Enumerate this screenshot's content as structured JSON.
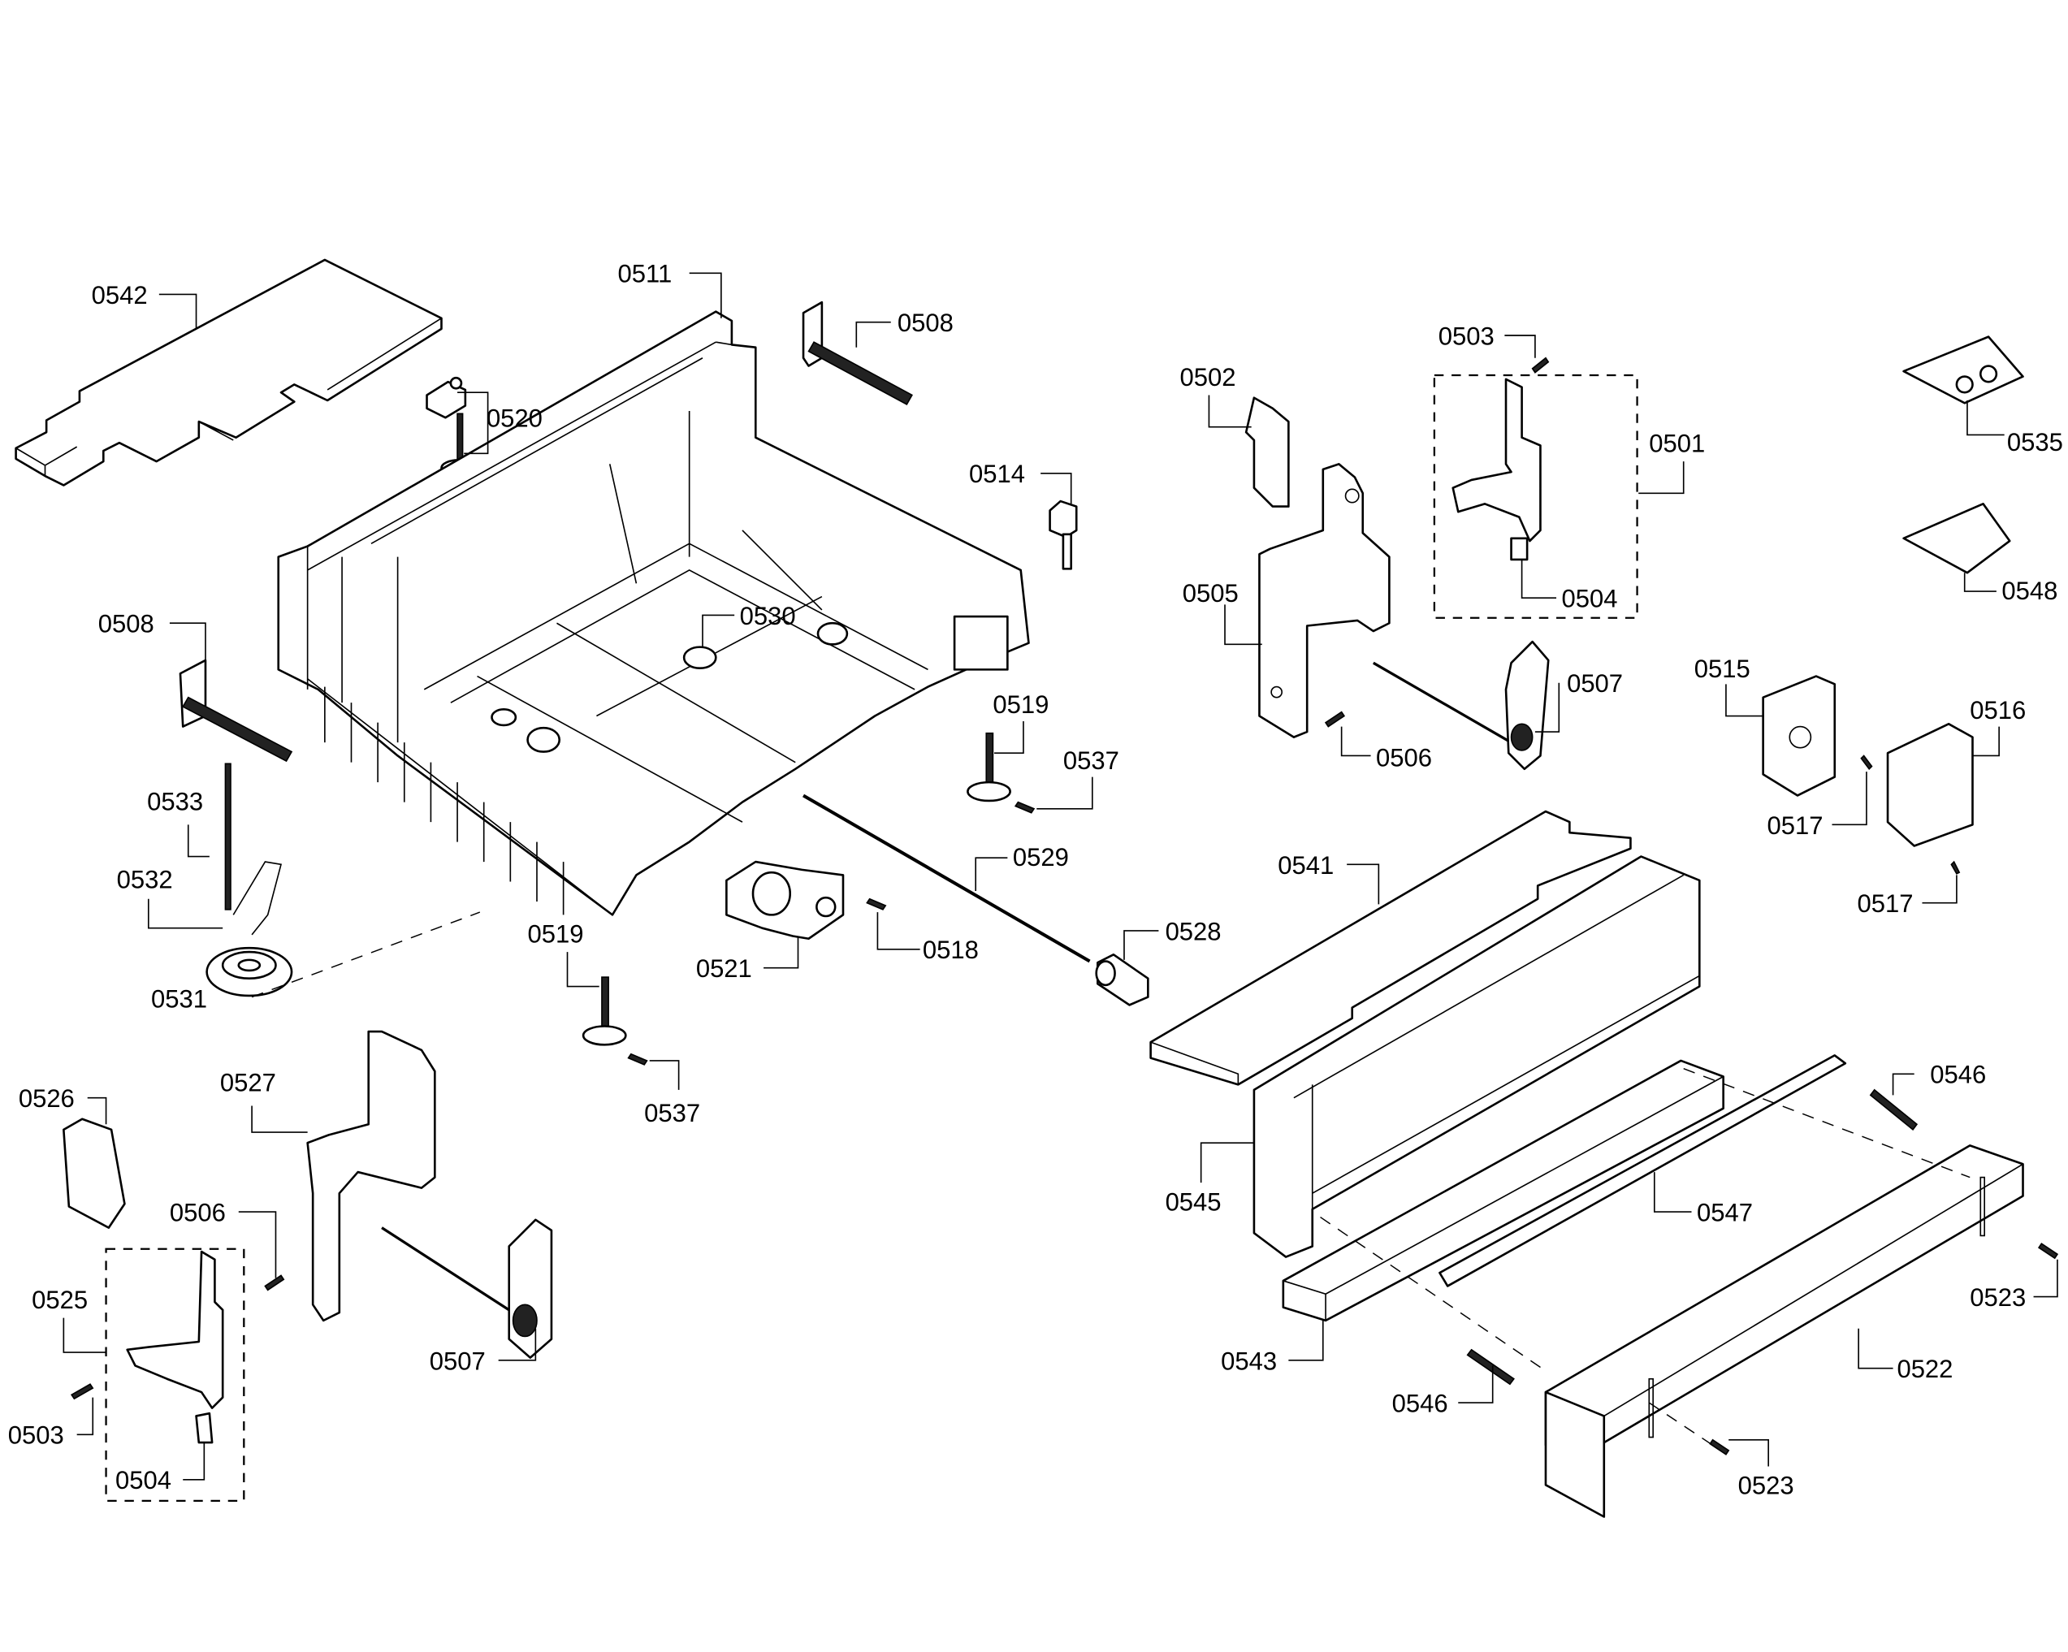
{
  "diagram": {
    "type": "exploded-parts-diagram",
    "callouts": [
      {
        "id": "0542",
        "label": "0542"
      },
      {
        "id": "0511",
        "label": "0511"
      },
      {
        "id": "0508a",
        "label": "0508"
      },
      {
        "id": "0520",
        "label": "0520"
      },
      {
        "id": "0502",
        "label": "0502"
      },
      {
        "id": "0503a",
        "label": "0503"
      },
      {
        "id": "0501",
        "label": "0501"
      },
      {
        "id": "0535",
        "label": "0535"
      },
      {
        "id": "0514",
        "label": "0514"
      },
      {
        "id": "0505",
        "label": "0505"
      },
      {
        "id": "0504a",
        "label": "0504"
      },
      {
        "id": "0548",
        "label": "0548"
      },
      {
        "id": "0508b",
        "label": "0508"
      },
      {
        "id": "0530",
        "label": "0530"
      },
      {
        "id": "0507a",
        "label": "0507"
      },
      {
        "id": "0515",
        "label": "0515"
      },
      {
        "id": "0516",
        "label": "0516"
      },
      {
        "id": "0519a",
        "label": "0519"
      },
      {
        "id": "0537a",
        "label": "0537"
      },
      {
        "id": "0506a",
        "label": "0506"
      },
      {
        "id": "0533",
        "label": "0533"
      },
      {
        "id": "0517a",
        "label": "0517"
      },
      {
        "id": "0541",
        "label": "0541"
      },
      {
        "id": "0529",
        "label": "0529"
      },
      {
        "id": "0532",
        "label": "0532"
      },
      {
        "id": "0517b",
        "label": "0517"
      },
      {
        "id": "0521",
        "label": "0521"
      },
      {
        "id": "0518",
        "label": "0518"
      },
      {
        "id": "0528",
        "label": "0528"
      },
      {
        "id": "0519b",
        "label": "0519"
      },
      {
        "id": "0531",
        "label": "0531"
      },
      {
        "id": "0546a",
        "label": "0546"
      },
      {
        "id": "0537b",
        "label": "0537"
      },
      {
        "id": "0526",
        "label": "0526"
      },
      {
        "id": "0527",
        "label": "0527"
      },
      {
        "id": "0506b",
        "label": "0506"
      },
      {
        "id": "0545",
        "label": "0545"
      },
      {
        "id": "0547",
        "label": "0547"
      },
      {
        "id": "0525",
        "label": "0525"
      },
      {
        "id": "0523a",
        "label": "0523"
      },
      {
        "id": "0507b",
        "label": "0507"
      },
      {
        "id": "0543",
        "label": "0543"
      },
      {
        "id": "0522",
        "label": "0522"
      },
      {
        "id": "0546b",
        "label": "0546"
      },
      {
        "id": "0503b",
        "label": "0503"
      },
      {
        "id": "0504b",
        "label": "0504"
      },
      {
        "id": "0523b",
        "label": "0523"
      }
    ]
  }
}
